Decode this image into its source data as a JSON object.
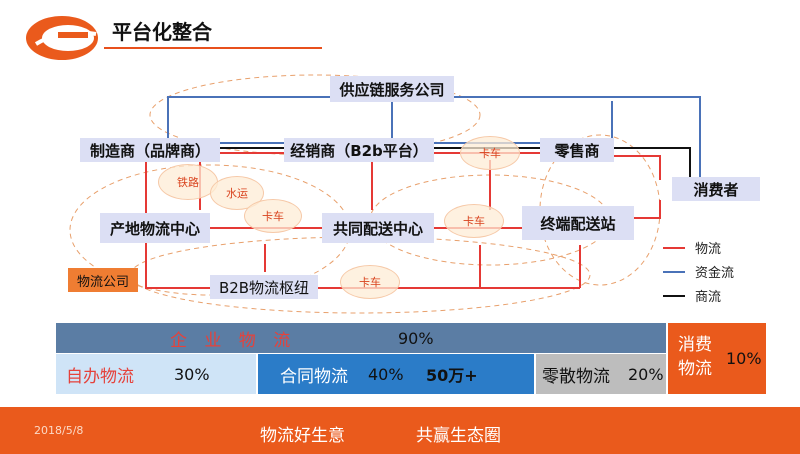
{
  "title": "平台化整合",
  "nodes": {
    "supply_chain": "供应链服务公司",
    "manufacturer": "制造商（品牌商）",
    "distributor": "经销商（B2b平台）",
    "retailer": "零售商",
    "consumer": "消费者",
    "origin_center": "产地物流中心",
    "joint_center": "共同配送中心",
    "terminal_station": "终端配送站",
    "b2b_hub": "B2B物流枢纽",
    "logistics_company": "物流公司"
  },
  "annotations": {
    "rail": "铁路",
    "water": "水运",
    "truck1": "卡车",
    "truck2": "卡车",
    "truck3": "卡车",
    "truck4": "卡车"
  },
  "legend": [
    {
      "label": "物流",
      "color": "#e53935"
    },
    {
      "label": "资金流",
      "color": "#4a72b8"
    },
    {
      "label": "商流",
      "color": "#111111"
    }
  ],
  "bars": {
    "enterprise_label": "企 业 物 流",
    "enterprise_pct": "90%",
    "self_label": "自办物流",
    "self_pct": "30%",
    "contract_label": "合同物流",
    "contract_pct": "40%",
    "contract_amount": "50万+",
    "scatter_label": "零散物流",
    "scatter_pct": "20%",
    "consumer_label": "消费物流",
    "consumer_pct": "10%"
  },
  "footer": {
    "date": "2018/5/8",
    "slogan1": "物流好生意",
    "slogan2": "共赢生态圈"
  },
  "colors": {
    "accent": "#ea5a1c",
    "node_bg": "#dcdff4",
    "logistics": "#e53935",
    "capital": "#4a72b8",
    "commerce": "#111111"
  }
}
